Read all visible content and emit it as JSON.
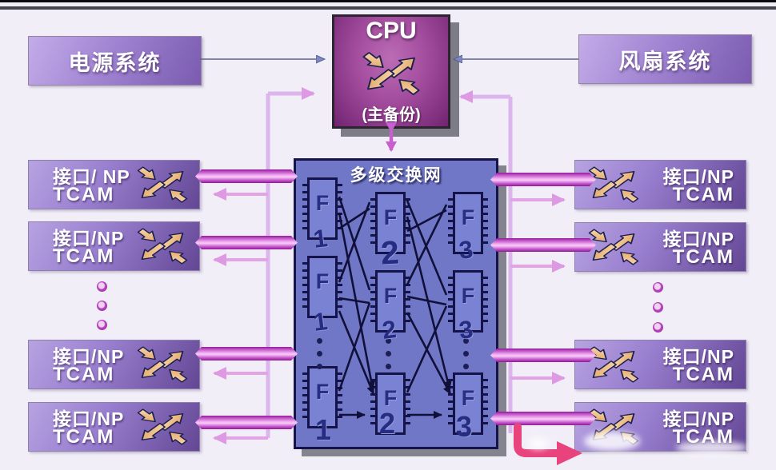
{
  "cpu": {
    "label": "CPU",
    "sublabel": "(主备份)"
  },
  "power": {
    "label": "电源系统"
  },
  "fan": {
    "label": "风扇系统"
  },
  "fabric": {
    "title": "多级交换网",
    "chip_letter": "F",
    "stage_numbers": [
      "1",
      "2",
      "3"
    ]
  },
  "cards": {
    "left": [
      {
        "line1": "接口/ NP",
        "line2": "TCAM"
      },
      {
        "line1": "接口/NP",
        "line2": "TCAM"
      },
      {
        "line1": "接口/NP",
        "line2": "TCAM"
      },
      {
        "line1": "接口/NP",
        "line2": "TCAM"
      }
    ],
    "right": [
      {
        "line1": "接口/NP",
        "line2": "TCAM"
      },
      {
        "line1": "接口/NP",
        "line2": "TCAM"
      },
      {
        "line1": "接口/NP",
        "line2": "TCAM"
      },
      {
        "line1": "接口/NP",
        "line2": "TCAM"
      }
    ]
  },
  "colors": {
    "background": "#f1eef8",
    "card_purple": "#9a80d0",
    "fabric_blue": "#7077c6",
    "bus_magenta": "#c355c9",
    "control_pink": "#e2a4e6",
    "annotation_arrow": "#e8437c",
    "wire_navy": "#10103a",
    "icon_peach": "#f0c08a"
  }
}
